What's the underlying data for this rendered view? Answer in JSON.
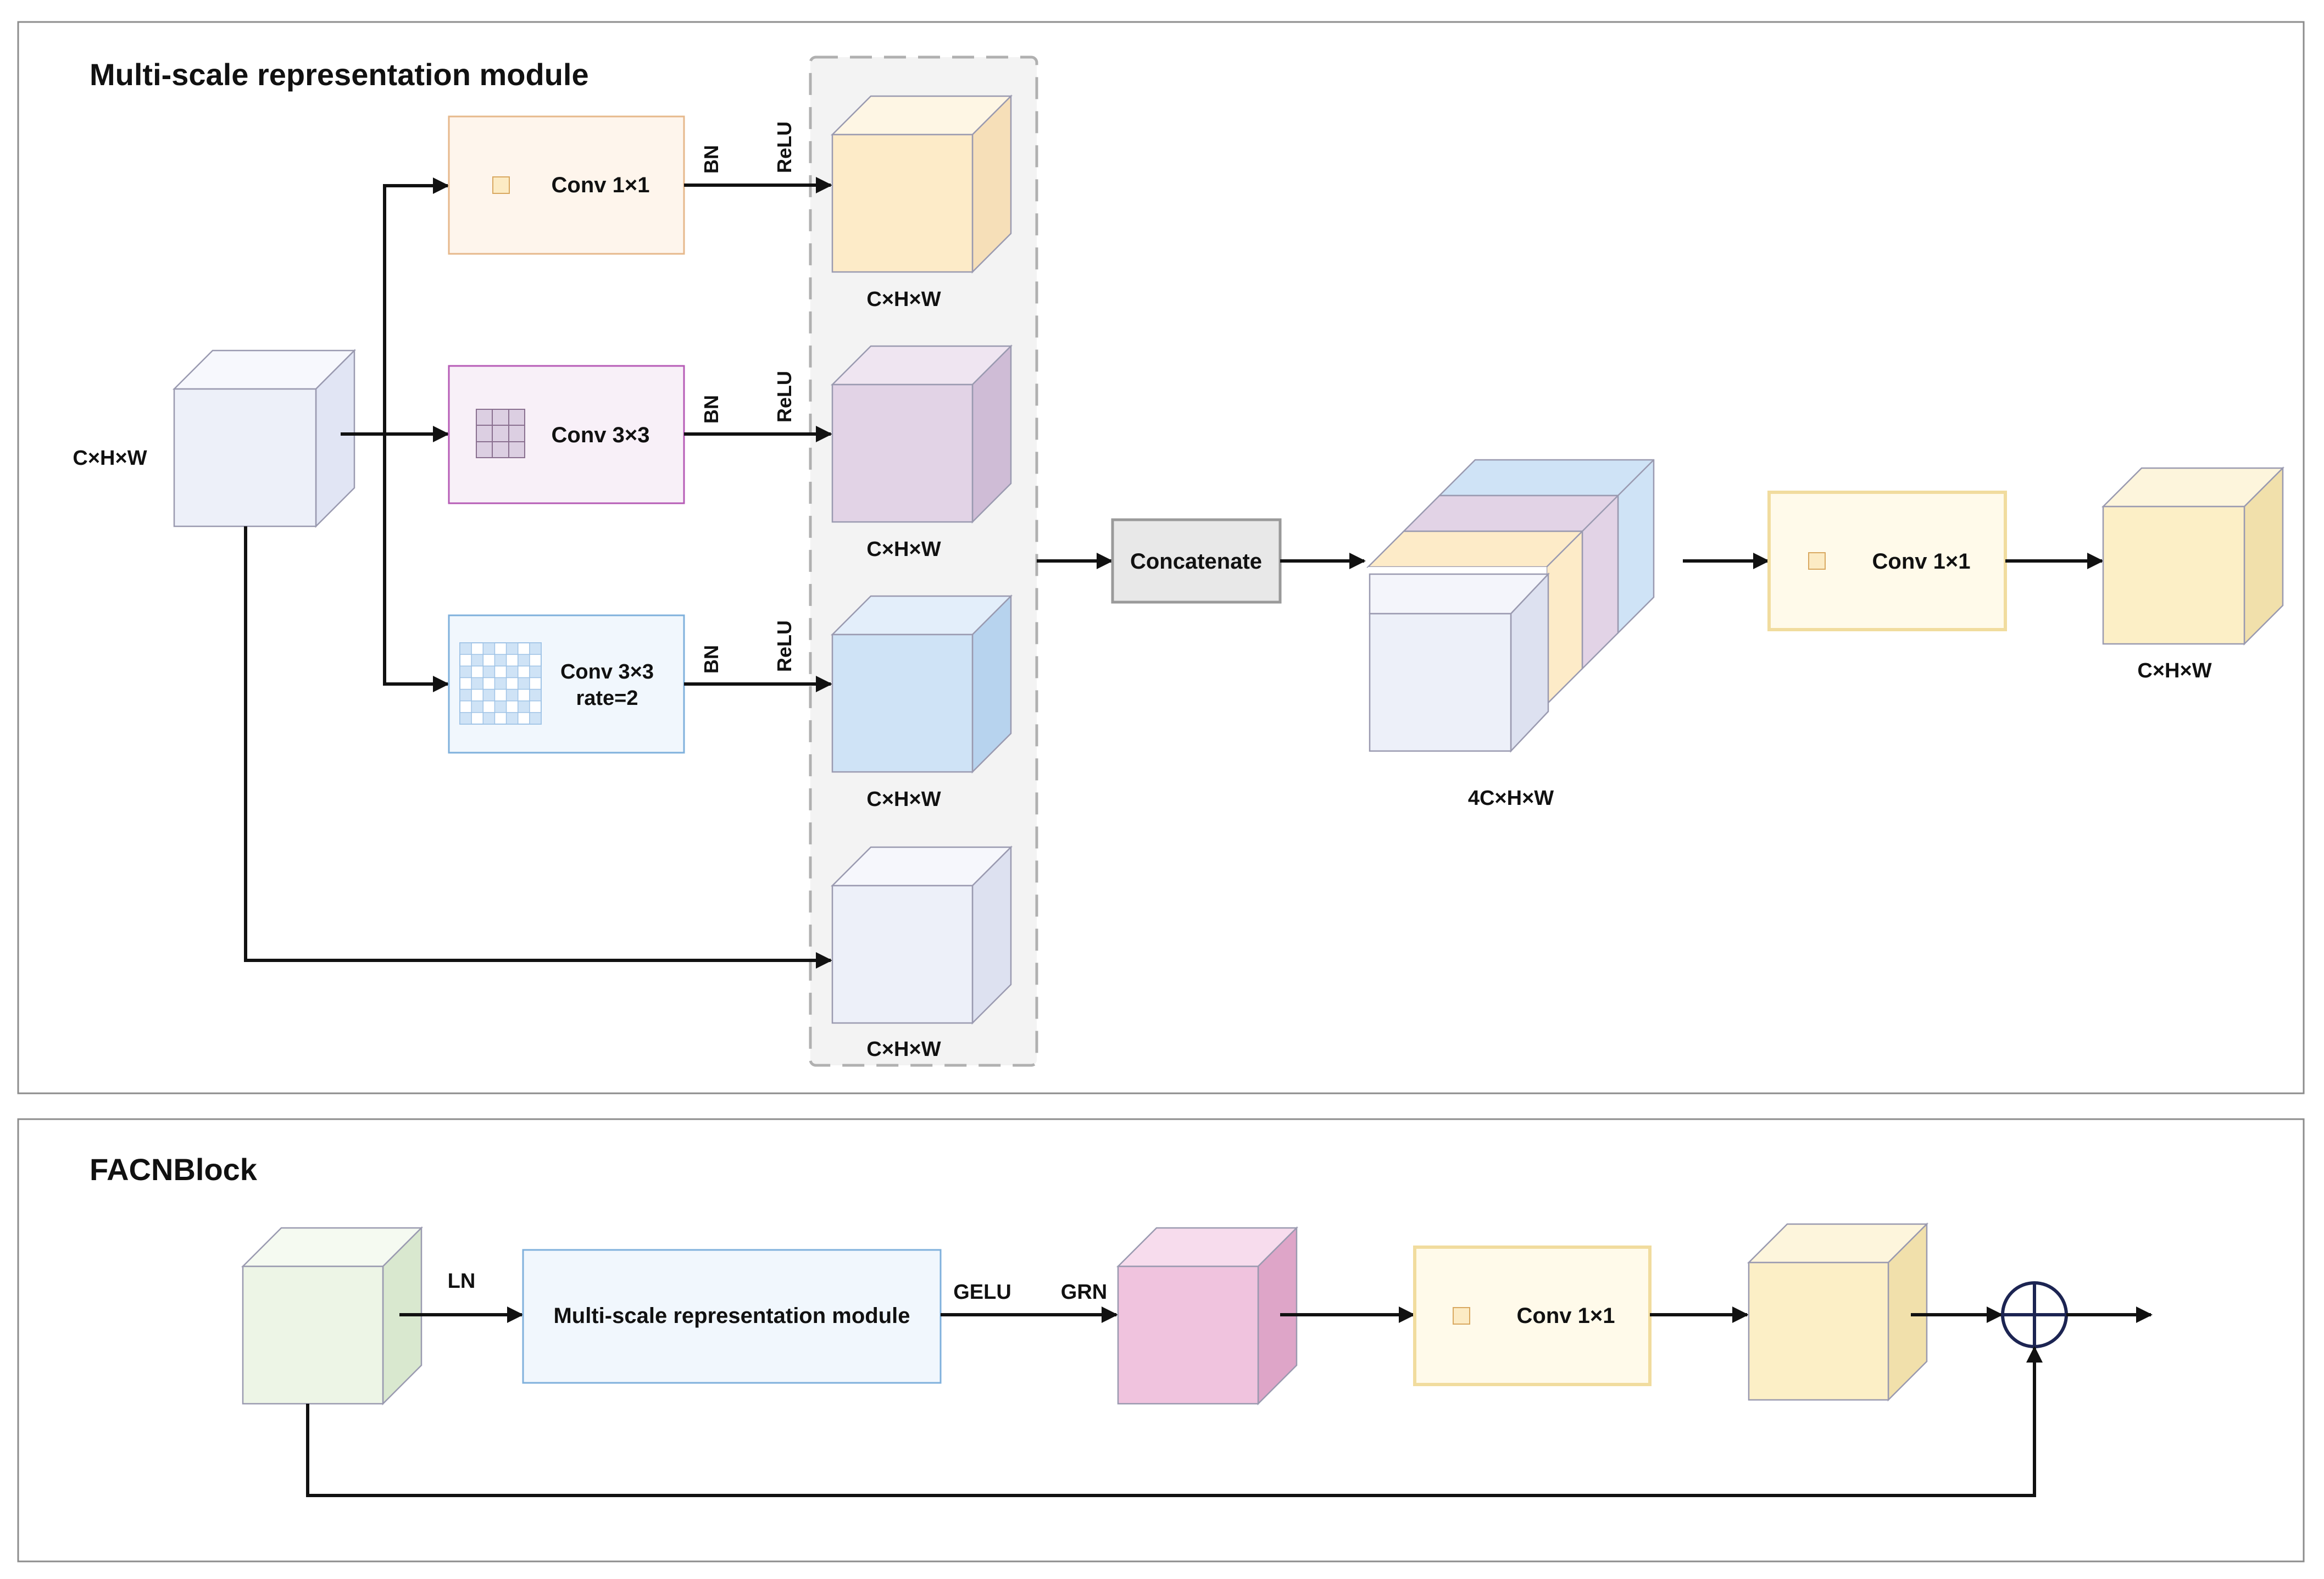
{
  "top_panel": {
    "title": "Multi-scale representation module",
    "input_label": "C×H×W",
    "branches": [
      {
        "op_label": "Conv 1×1",
        "op_label2": "",
        "norm_label": "BN",
        "act_label": "ReLU",
        "output_label": "C×H×W",
        "cube_color": "#fdebc8"
      },
      {
        "op_label": "Conv 3×3",
        "op_label2": "",
        "norm_label": "BN",
        "act_label": "ReLU",
        "output_label": "C×H×W",
        "cube_color": "#e2d3e6"
      },
      {
        "op_label": "Conv 3×3",
        "op_label2": "rate=2",
        "norm_label": "BN",
        "act_label": "ReLU",
        "output_label": "C×H×W",
        "cube_color": "#cfe3f6"
      },
      {
        "op_label": "",
        "op_label2": "",
        "norm_label": "",
        "act_label": "",
        "output_label": "C×H×W",
        "cube_color": "#edf0f9"
      }
    ],
    "concat_label": "Concatenate",
    "stacked_label": "4C×H×W",
    "final_conv_label": "Conv 1×1",
    "output_label": "C×H×W"
  },
  "bottom_panel": {
    "title": "FACNBlock",
    "ln_label": "LN",
    "module_label": "Multi-scale representation module",
    "gelu_label": "GELU",
    "grn_label": "GRN",
    "conv_label": "Conv 1×1"
  },
  "colors": {
    "input_cube": "#edf0f9",
    "output_cube": "#fcefc6",
    "facn_input_cube": "#edf5e6",
    "facn_grn_cube": "#f0c3de",
    "facn_output_cube": "#fcefc6",
    "conv1_box_fill": "#fef5ec",
    "conv1_box_stroke": "#e6b88b",
    "conv3_box_fill": "#f8f0f8",
    "conv3_box_stroke": "#b65bb6",
    "dil_box_fill": "#f1f7fd",
    "dil_box_stroke": "#7fb0dc",
    "concat_fill": "#e8e8e8",
    "yellow_box_fill": "#fffaea",
    "yellow_box_stroke": "#f1dc9e",
    "module_box_fill": "#f1f7fd",
    "module_box_stroke": "#7fb0dc",
    "dashed_group_fill": "#f3f3f3"
  }
}
